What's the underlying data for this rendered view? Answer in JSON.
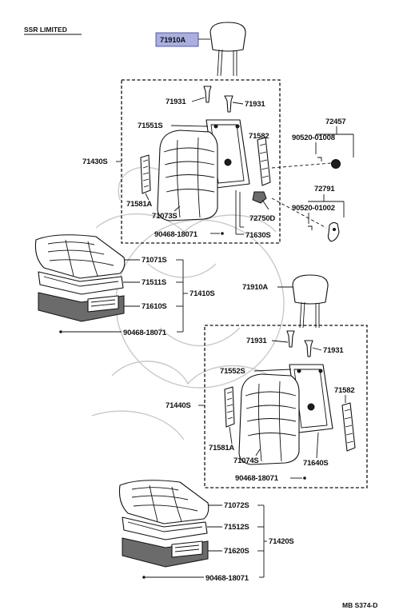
{
  "header": {
    "title": "SSR LIMITED"
  },
  "diagram_code": "MB S374-D",
  "highlight_color": "#a9b0e0",
  "watermark": "megazip-logo",
  "upper_seat": {
    "headrest": "71910A",
    "hinge_screws_left": "71931",
    "hinge_screws_right": "71931",
    "back_frame": "71551S",
    "back_assembly": "71430S",
    "side_trim_left": "71581A",
    "back_cover": "71073S",
    "side_trim_right": "71582",
    "hinge_bolt": "72750D",
    "back_inner": "71630S",
    "screw": "90468-18071",
    "knob_group": "72457",
    "knob_screw": "90520-01008",
    "lever_group": "72791",
    "lever_screw": "90520-01002",
    "cushion_cover": "71071S",
    "cushion_pad": "71511S",
    "cushion_frame": "71610S",
    "cushion_assembly": "71410S",
    "cushion_screw": "90468-18071"
  },
  "lower_seat": {
    "headrest": "71910A",
    "hinge_screws_left": "71931",
    "hinge_screws_right": "71931",
    "back_frame": "71552S",
    "back_assembly": "71440S",
    "side_trim_left": "71581A",
    "back_cover": "71074S",
    "side_trim_right": "71582",
    "back_inner": "71640S",
    "screw": "90468-18071",
    "cushion_cover": "71072S",
    "cushion_pad": "71512S",
    "cushion_frame": "71620S",
    "cushion_assembly": "71420S",
    "cushion_screw": "90468-18071"
  }
}
